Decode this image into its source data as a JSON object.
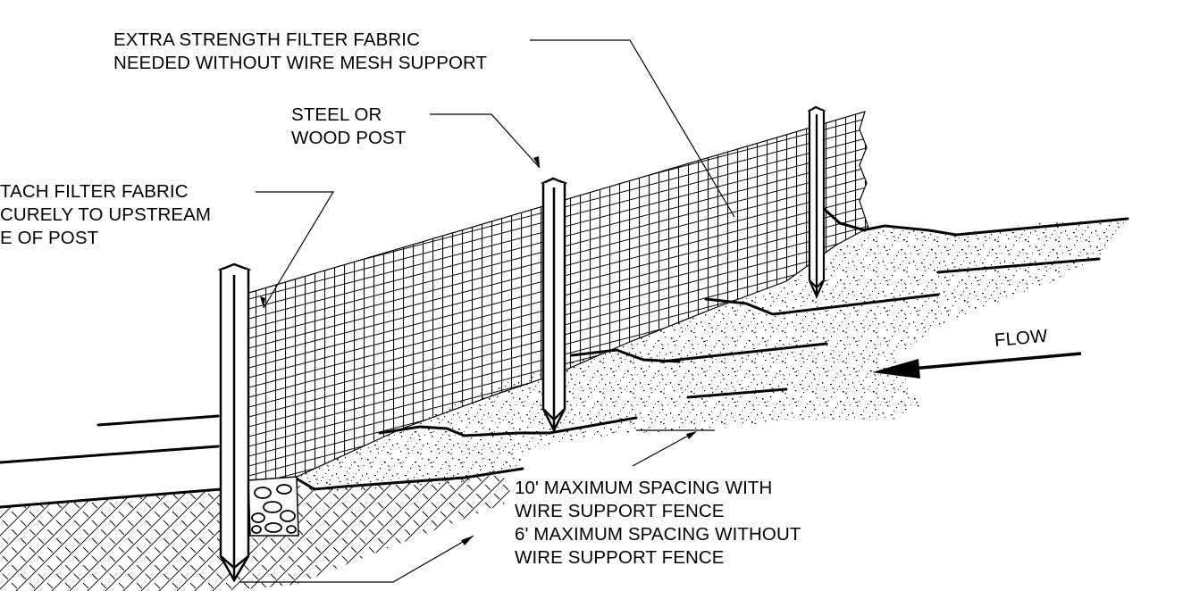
{
  "callouts": {
    "fabric": {
      "line1": "EXTRA STRENGTH FILTER FABRIC",
      "line2": "NEEDED WITHOUT WIRE MESH SUPPORT"
    },
    "post": {
      "line1": "STEEL OR",
      "line2": "WOOD POST"
    },
    "attach": {
      "line1": "TACH FILTER FABRIC",
      "line2": "CURELY TO UPSTREAM",
      "line3": "E OF POST"
    },
    "flow": "FLOW",
    "spacing": {
      "line1": "10' MAXIMUM SPACING WITH",
      "line2": "WIRE SUPPORT FENCE",
      "line3": "6' MAXIMUM SPACING WITHOUT",
      "line4": "WIRE SUPPORT FENCE"
    }
  },
  "colors": {
    "ink": "#000000",
    "paper": "#ffffff"
  }
}
